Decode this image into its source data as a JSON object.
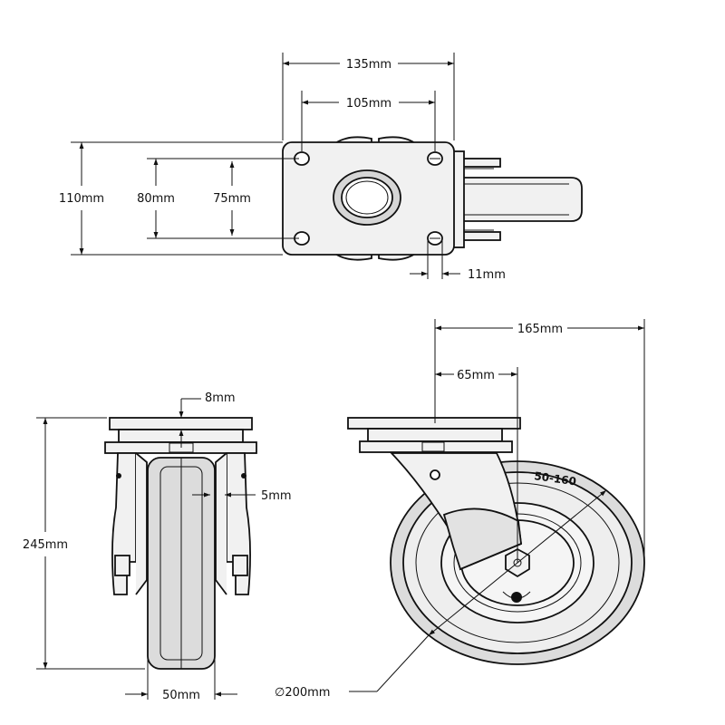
{
  "colors": {
    "line": "#111111",
    "part_fill": "#f1f1f1",
    "wheel_fill": "#dcdcdc",
    "background": "#ffffff"
  },
  "top_view": {
    "plate_width": "135mm",
    "hole_spacing_x": "105mm",
    "plate_height": "110mm",
    "hole_spacing_y_outer": "80mm",
    "hole_spacing_y_inner": "75mm",
    "hole_diameter": "11mm"
  },
  "front_view": {
    "plate_thickness": "8mm",
    "fork_thickness": "5mm",
    "overall_height": "245mm",
    "wheel_width": "50mm"
  },
  "side_view": {
    "swivel_radius": "165mm",
    "offset": "65mm",
    "wheel_diameter": "∅200mm",
    "wheel_marking": "50-160"
  }
}
